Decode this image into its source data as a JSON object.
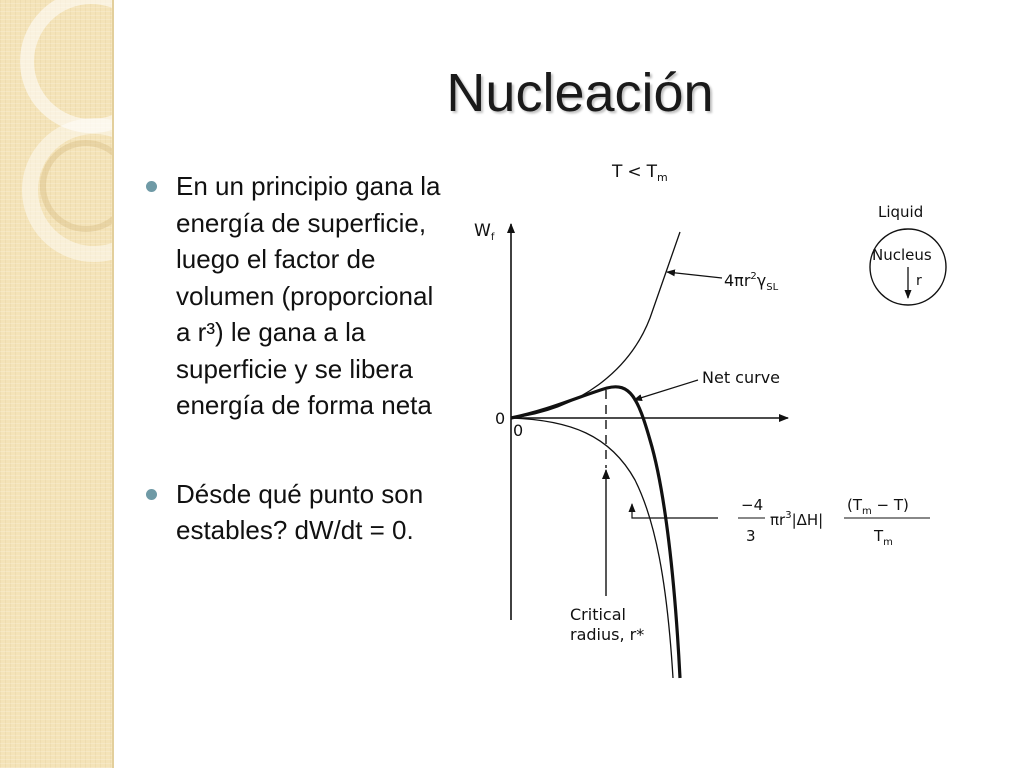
{
  "slide": {
    "title": "Nucleación",
    "bullets": [
      "En un principio gana la energía de superficie, luego el factor de volumen (proporcional a r³) le gana a la superficie y se libera energía de forma neta",
      "Désde qué punto son estables? dW/dt = 0."
    ]
  },
  "diagram": {
    "condition": {
      "T": "T",
      "lt": "<",
      "Tm": "T",
      "m_sub": "m"
    },
    "y_axis": {
      "main": "W",
      "sub": "f"
    },
    "zero_y": "0",
    "zero_x": "0",
    "surface_term": {
      "prefix": "4πr",
      "exp": "2",
      "gamma": "γ",
      "sub": "SL"
    },
    "net_curve": "Net curve",
    "volume_term": {
      "minus4": "−4",
      "three": "3",
      "pi_r": "πr",
      "exp": "3",
      "dH": "|ΔH|",
      "numerator": "(T",
      "num_sub": "m",
      "numerator_end": " − T)",
      "denominator": "T",
      "den_sub": "m"
    },
    "critical": {
      "line1": "Critical",
      "line2": "radius, r*"
    },
    "inset": {
      "liquid": "Liquid",
      "nucleus": "Nucleus",
      "r": "r"
    }
  }
}
